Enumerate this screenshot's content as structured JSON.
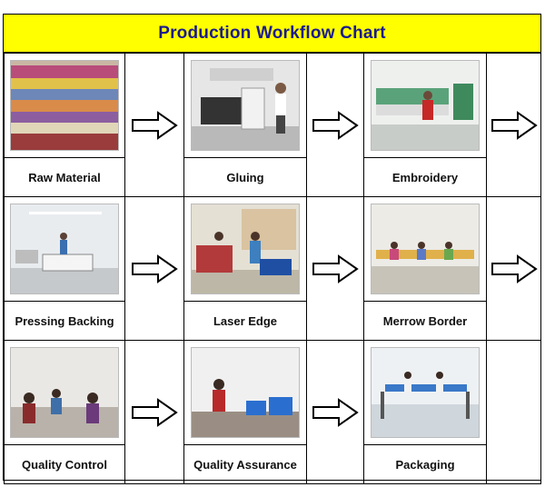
{
  "title": "Production Workflow Chart",
  "steps": [
    {
      "label": "Raw Material"
    },
    {
      "label": "Gluing"
    },
    {
      "label": "Embroidery"
    },
    {
      "label": "Pressing Backing"
    },
    {
      "label": "Laser Edge"
    },
    {
      "label": "Merrow Border"
    },
    {
      "label": "Quality Control"
    },
    {
      "label": "Quality Assurance"
    },
    {
      "label": "Packaging"
    }
  ],
  "colors": {
    "title_bg": "#ffff00",
    "title_text": "#1b1b8f"
  }
}
